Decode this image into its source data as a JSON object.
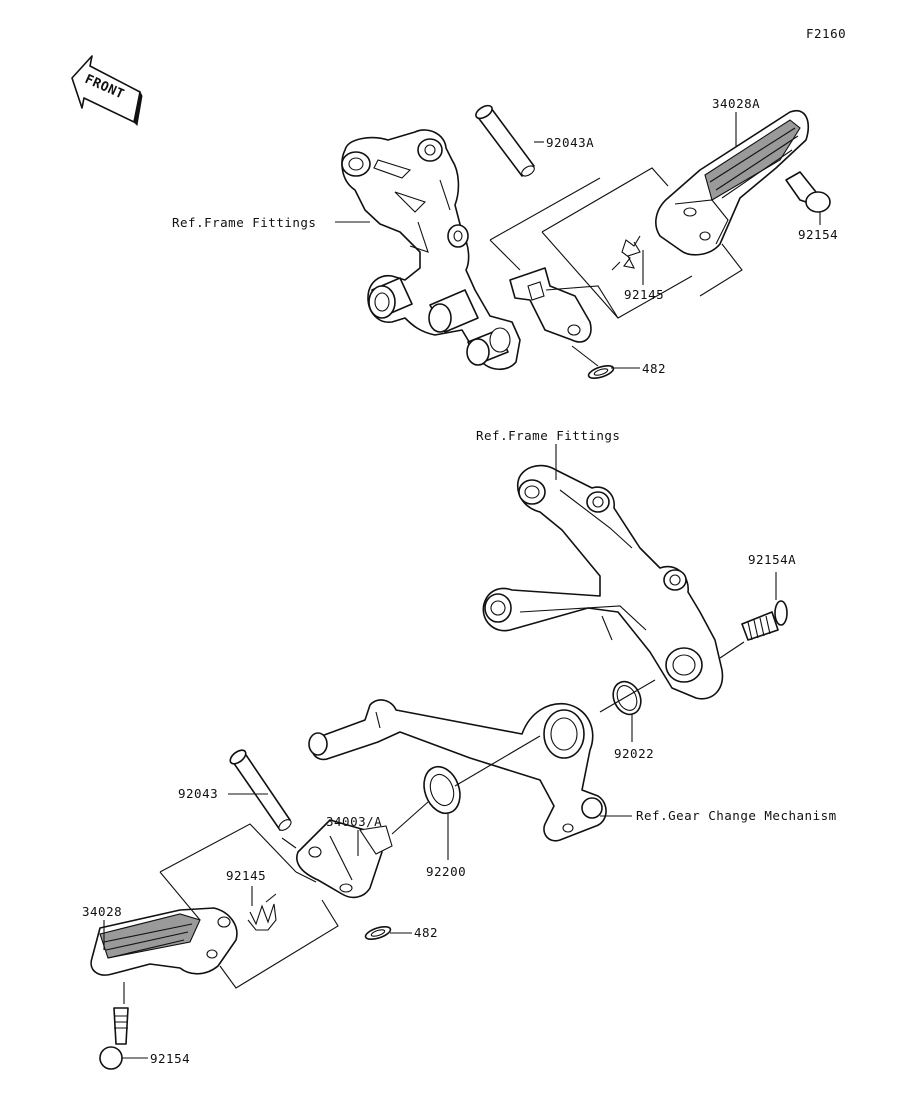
{
  "figure_id": "F2160",
  "front_badge": "FRONT",
  "labels": {
    "pin_upper": "92043A",
    "footpeg_upper": "34028A",
    "frame_ref_upper": "Ref.Frame Fittings",
    "bolt_upper": "92154",
    "spring_upper": "92145",
    "clip_upper": "482",
    "frame_ref_lower": "Ref.Frame Fittings",
    "bolt_lower_a": "92154A",
    "washer_lower": "92022",
    "gear_ref": "Ref.Gear Change Mechanism",
    "pin_lower": "92043",
    "bracket_lower": "34003/A",
    "washer_lower_b": "92200",
    "spring_lower": "92145",
    "footpeg_lower": "34028",
    "clip_lower": "482",
    "bolt_lower": "92154"
  }
}
